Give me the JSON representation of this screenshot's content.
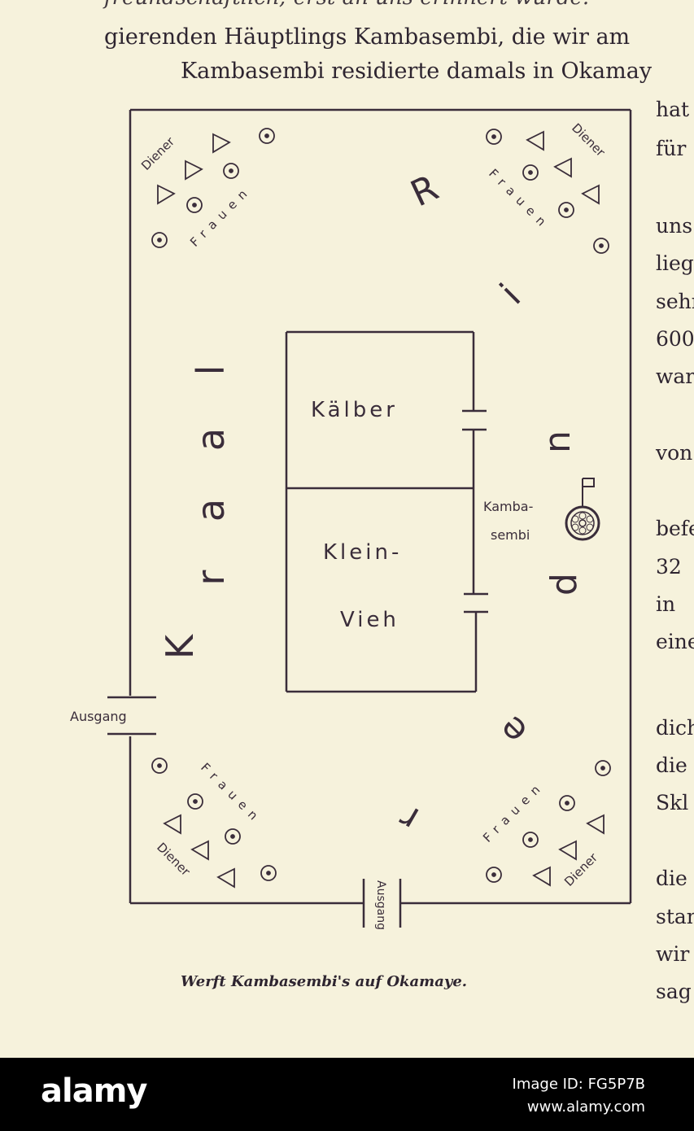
{
  "text_top": {
    "line1": "freundschaftlich; erst an uns erinnert wurde.",
    "line2": "gierenden Häuptlings Kambasembi, die wir am",
    "line3": "Kambasembi residierte damals in Okamay"
  },
  "right_column": [
    "hat",
    "für",
    "uns",
    "lieg",
    "sehr",
    "600",
    "war",
    "von",
    "befe",
    "32",
    "in",
    "eine",
    "dich",
    "die",
    "Skl",
    "die",
    "stan",
    "wir",
    "sag"
  ],
  "diagram": {
    "caption": "Werft Kambasembi's auf Okamaye.",
    "enclosure_title_left": [
      "K",
      "r",
      "a",
      "a",
      "l"
    ],
    "enclosure_title_right": [
      "R",
      "i",
      "n",
      "d",
      "e",
      "r"
    ],
    "pen_calves": "Kälber",
    "pen_smallstock_line1": "Klein-",
    "pen_smallstock_line2": "Vieh",
    "chief_label_line1": "Kamba-",
    "chief_label_line2": "sembi",
    "exit_left": "Ausgang",
    "exit_bottom": "Ausgang",
    "servants": "Diener",
    "women": "Frauen"
  },
  "watermark": {
    "brand": "alamy",
    "image_id": "Image ID: FG5P7B",
    "url": "www.alamy.com"
  },
  "colors": {
    "paper": "#f6f2dc",
    "ink": "#3a2d3a",
    "bar": "#000000"
  }
}
